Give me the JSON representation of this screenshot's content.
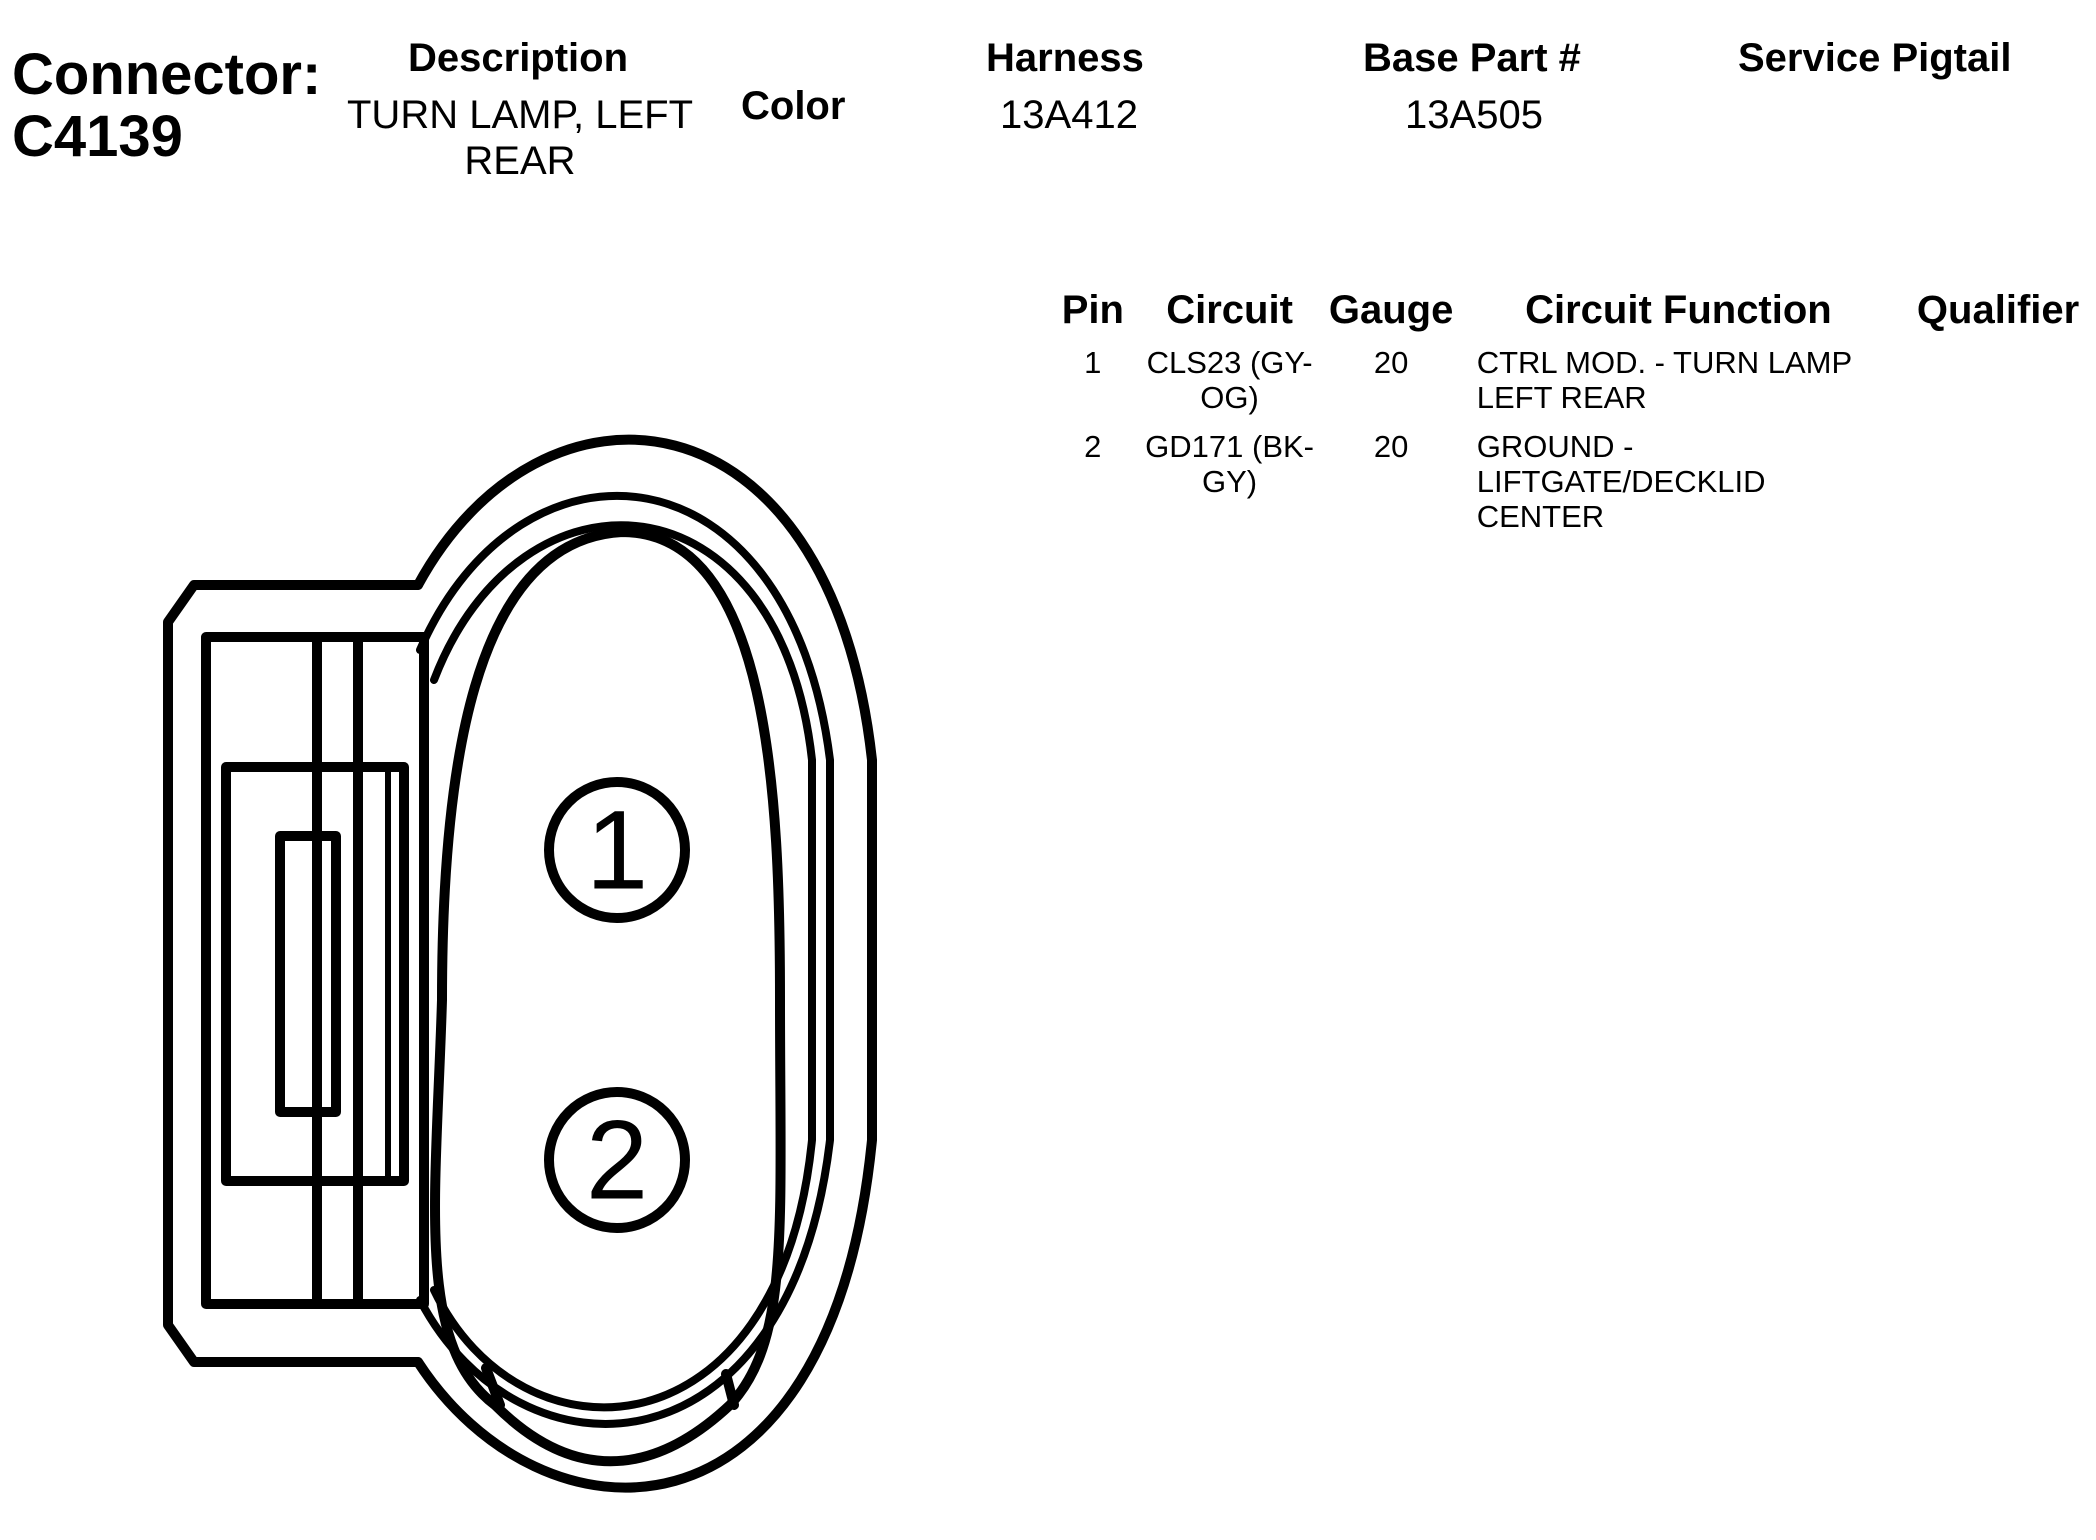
{
  "connector": {
    "label": "Connector:",
    "id": "C4139"
  },
  "header": {
    "description_label": "Description",
    "description_value": "TURN LAMP, LEFT REAR",
    "color_label": "Color",
    "harness_label": "Harness",
    "harness_value": "13A412",
    "base_part_label": "Base Part #",
    "base_part_value": "13A505",
    "service_pigtail_label": "Service Pigtail"
  },
  "pin_table": {
    "columns": [
      "Pin",
      "Circuit",
      "Gauge",
      "Circuit Function",
      "Qualifier"
    ],
    "rows": [
      {
        "pin": "1",
        "circuit": "CLS23 (GY-OG)",
        "gauge": "20",
        "function": "CTRL MOD. - TURN LAMP LEFT REAR",
        "qualifier": ""
      },
      {
        "pin": "2",
        "circuit": "GD171 (BK-GY)",
        "gauge": "20",
        "function": "GROUND - LIFTGATE/DECKLID CENTER",
        "qualifier": ""
      }
    ]
  },
  "diagram": {
    "pin_labels": [
      "1",
      "2"
    ]
  }
}
